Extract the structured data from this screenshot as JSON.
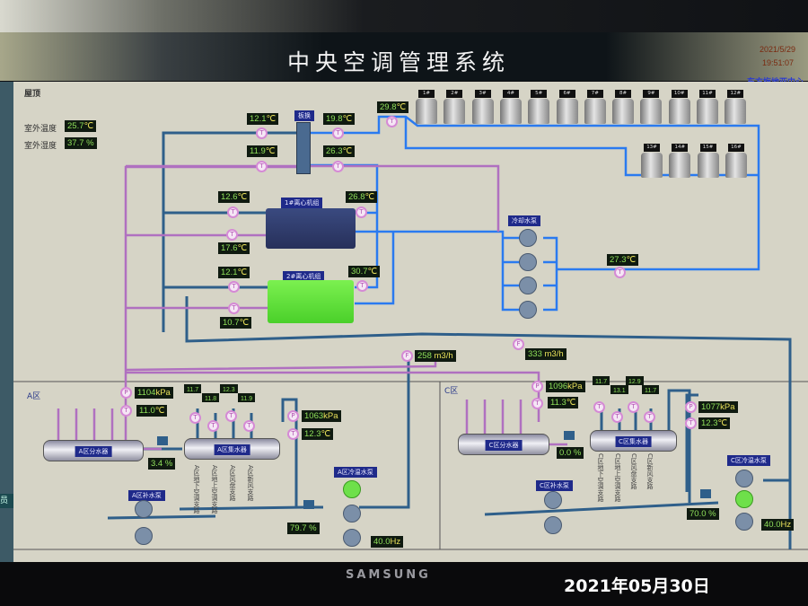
{
  "header": {
    "title": "中央空调管理系统",
    "date": "2021/5/29",
    "time": "19:51:07",
    "site": "东方梅地亚中心"
  },
  "photo": {
    "brand": "SAMSUNG",
    "stamp": "2021年05月30日"
  },
  "sidebar": {
    "item": "员"
  },
  "roof": {
    "title": "屋顶",
    "outdoor_temp_label": "室外温度",
    "outdoor_temp": "25.7",
    "outdoor_hum_label": "室外湿度",
    "outdoor_hum": "37.7 %",
    "hx_label": "板换",
    "hx_in_top": "12.1",
    "hx_out_top": "19.8",
    "hx_in_bot": "11.9",
    "hx_out_bot": "26.3",
    "tower_supply": "29.8",
    "chiller1": {
      "label": "1#离心机组",
      "t_left_top": "12.6",
      "t_right": "26.8",
      "t_left_bot": "17.6"
    },
    "chiller2": {
      "label": "2#离心机组",
      "t_left_top": "12.1",
      "t_right": "30.7",
      "t_left_bot": "10.7"
    },
    "cooling_pump_label": "冷却水泵",
    "cooling_return": "27.3",
    "flow1": "258",
    "flow2": "333",
    "flow_unit": "m3/h",
    "towers": [
      "1#",
      "2#",
      "3#",
      "4#",
      "5#",
      "6#",
      "7#",
      "8#",
      "9#",
      "10#",
      "11#",
      "12#",
      "13#",
      "14#",
      "15#",
      "16#"
    ]
  },
  "zoneA": {
    "title": "A区",
    "supply_pressure": "1104",
    "supply_temp": "11.0",
    "dist_label": "A区分水器",
    "valve": "3.4 %",
    "coll_label": "A区集水器",
    "branch_temps": [
      "11.7",
      "11.8",
      "12.3",
      "11.9"
    ],
    "return_pressure": "1063",
    "return_temp": "12.3",
    "branches": [
      "A区地下空调支路",
      "A区地上空调支路",
      "A区风盘支路",
      "A区新风支路"
    ],
    "makeup_label": "A区补水泵",
    "pump_label": "A区冷温水泵",
    "pump_valve": "79.7 %",
    "freq": "40.0"
  },
  "zoneC": {
    "title": "C区",
    "supply_pressure": "1096",
    "supply_temp": "11.3",
    "dist_label": "C区分水器",
    "valve": "0.0 %",
    "coll_label": "C区集水器",
    "branch_temps": [
      "11.7",
      "13.1",
      "12.9",
      "11.7"
    ],
    "return_pressure": "1077",
    "return_temp": "12.3",
    "branches": [
      "C区地下空调支路",
      "C区地上空调支路",
      "C区风盘支路",
      "C区新风支路"
    ],
    "makeup_label": "C区补水泵",
    "pump_label": "C区冷温水泵",
    "pump_valve": "70.0 %",
    "freq": "40.0"
  },
  "units": {
    "c": "℃",
    "kpa": "kPa",
    "hz": "Hz"
  },
  "colors": {
    "chilled": "#2f5f8a",
    "cooling": "#2a7af0",
    "hot": "#b070c0",
    "ok": "#6ee04a"
  }
}
